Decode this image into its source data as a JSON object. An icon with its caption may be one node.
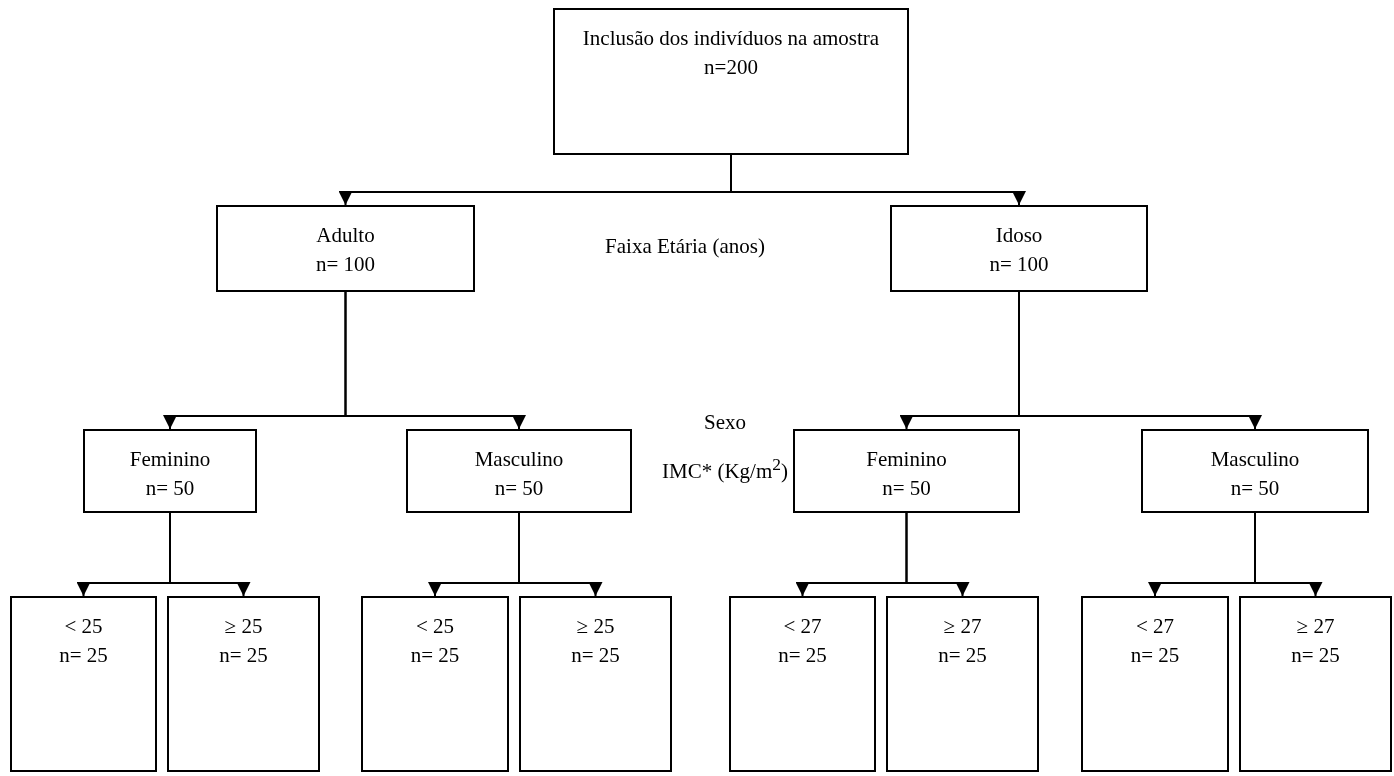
{
  "diagram": {
    "nodes": [
      {
        "text": [
          "Inclusão dos indivíduos na amostra",
          "n=200"
        ]
      },
      {
        "text": [
          "Adulto",
          "n= 100"
        ]
      },
      {
        "text": [
          "Idoso",
          "n= 100"
        ]
      },
      {
        "text": [
          "Feminino",
          "n= 50"
        ]
      },
      {
        "text": [
          "Masculino",
          "n= 50"
        ]
      },
      {
        "text": [
          "Feminino",
          "n= 50"
        ]
      },
      {
        "text": [
          "Masculino",
          "n= 50"
        ]
      },
      {
        "text": [
          "< 25",
          "n= 25"
        ]
      },
      {
        "text": [
          "≥ 25",
          "n= 25"
        ]
      },
      {
        "text": [
          "< 25",
          "n= 25"
        ]
      },
      {
        "text": [
          "≥ 25",
          "n= 25"
        ]
      },
      {
        "text": [
          "< 27",
          "n= 25"
        ]
      },
      {
        "text": [
          "≥ 27",
          "n= 25"
        ]
      },
      {
        "text": [
          "< 27",
          "n= 25"
        ]
      },
      {
        "text": [
          "≥ 27",
          "n= 25"
        ]
      }
    ],
    "edges": [
      {
        "from": 0,
        "to": 1,
        "arrow": "to"
      },
      {
        "from": 0,
        "to": 2,
        "arrow": "to"
      },
      {
        "from": 1,
        "to": 3,
        "arrow": "to"
      },
      {
        "from": 1,
        "to": 4,
        "arrow": "to"
      },
      {
        "from": 2,
        "to": 5,
        "arrow": "to"
      },
      {
        "from": 2,
        "to": 6,
        "arrow": "to"
      },
      {
        "from": 3,
        "to": 7,
        "arrow": "to"
      },
      {
        "from": 3,
        "to": 8,
        "arrow": "to"
      },
      {
        "from": 4,
        "to": 9,
        "arrow": "to"
      },
      {
        "from": 4,
        "to": 10,
        "arrow": "to"
      },
      {
        "from": 5,
        "to": 11,
        "arrow": "to"
      },
      {
        "from": 5,
        "to": 12,
        "arrow": "to"
      },
      {
        "from": 6,
        "to": 13,
        "arrow": "to"
      },
      {
        "from": 6,
        "to": 14,
        "arrow": "to"
      }
    ],
    "labels": [
      "Faixa Etária (anos)",
      "Sexo",
      "IMC* (Kg/m$^{2}$)"
    ]
  }
}
